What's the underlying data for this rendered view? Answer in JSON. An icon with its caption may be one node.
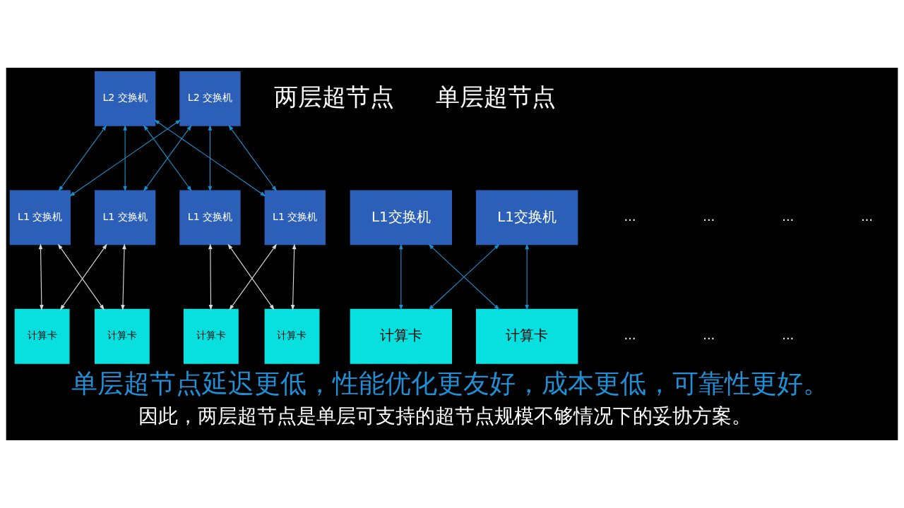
{
  "diagram": {
    "nodes": [
      {
        "text": [
          "L2 交换机"
        ]
      },
      {
        "text": [
          "L2 交换机"
        ]
      },
      {
        "text": [
          "L1 交换机"
        ]
      },
      {
        "text": [
          "L1 交换机"
        ]
      },
      {
        "text": [
          "L1 交换机"
        ]
      },
      {
        "text": [
          "L1 交换机"
        ]
      },
      {
        "text": [
          "计算卡"
        ]
      },
      {
        "text": [
          "计算卡"
        ]
      },
      {
        "text": [
          "计算卡"
        ]
      },
      {
        "text": [
          "计算卡"
        ]
      },
      {
        "text": [
          "L1交换机"
        ]
      },
      {
        "text": [
          "L1交换机"
        ]
      },
      {
        "text": [
          "计算卡"
        ]
      },
      {
        "text": [
          "计算卡"
        ]
      }
    ],
    "edges": [
      {
        "from": 0,
        "to": 2,
        "arrow": "both"
      },
      {
        "from": 0,
        "to": 3,
        "arrow": "both"
      },
      {
        "from": 0,
        "to": 4,
        "arrow": "both"
      },
      {
        "from": 0,
        "to": 5,
        "arrow": "both"
      },
      {
        "from": 1,
        "to": 2,
        "arrow": "both"
      },
      {
        "from": 1,
        "to": 3,
        "arrow": "both"
      },
      {
        "from": 1,
        "to": 4,
        "arrow": "both"
      },
      {
        "from": 1,
        "to": 5,
        "arrow": "both"
      },
      {
        "from": 2,
        "to": 6,
        "arrow": "both",
        "color": "#d9d9d9"
      },
      {
        "from": 2,
        "to": 7,
        "arrow": "both",
        "color": "#d9d9d9"
      },
      {
        "from": 3,
        "to": 6,
        "arrow": "both",
        "color": "#d9d9d9"
      },
      {
        "from": 3,
        "to": 7,
        "arrow": "both",
        "color": "#d9d9d9"
      },
      {
        "from": 4,
        "to": 8,
        "arrow": "both",
        "color": "#d9d9d9"
      },
      {
        "from": 4,
        "to": 9,
        "arrow": "both",
        "color": "#d9d9d9"
      },
      {
        "from": 5,
        "to": 8,
        "arrow": "both",
        "color": "#d9d9d9"
      },
      {
        "from": 5,
        "to": 9,
        "arrow": "both",
        "color": "#d9d9d9"
      },
      {
        "from": 10,
        "to": 12,
        "arrow": "both"
      },
      {
        "from": 10,
        "to": 13,
        "arrow": "both"
      },
      {
        "from": 11,
        "to": 12,
        "arrow": "both"
      },
      {
        "from": 11,
        "to": 13,
        "arrow": "both"
      }
    ],
    "labels": [
      "两层超节点",
      "单层超节点",
      "…",
      "…",
      "…",
      "…",
      "…",
      "…",
      "…",
      "单层超节点延迟更低，性能优化更友好，成本更低，可靠性更好。",
      "因此，两层超节点是单层可支持的超节点规模不够情况下的妥协方案。"
    ]
  }
}
